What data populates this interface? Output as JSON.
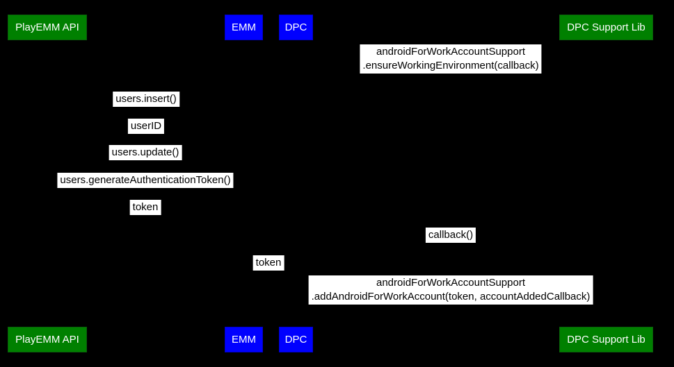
{
  "diagram": {
    "type": "sequence-diagram",
    "background_color": "#000000",
    "colors": {
      "actor_green": "#008000",
      "actor_blue": "#0000ff",
      "actor_text": "#ffffff",
      "message_label_bg": "#ffffff",
      "message_label_text": "#000000"
    },
    "actors": [
      {
        "id": "playemm-api",
        "label": "PlayEMM API",
        "color": "green"
      },
      {
        "id": "emm",
        "label": "EMM",
        "color": "blue"
      },
      {
        "id": "dpc",
        "label": "DPC",
        "color": "blue"
      },
      {
        "id": "dpc-support-lib",
        "label": "DPC Support Lib",
        "color": "green"
      }
    ],
    "messages": [
      {
        "between": [
          "DPC",
          "DPC Support Lib"
        ],
        "lines": [
          "androidForWorkAccountSupport",
          ".ensureWorkingEnvironment(callback)"
        ]
      },
      {
        "between": [
          "PlayEMM API",
          "EMM"
        ],
        "lines": [
          "users.insert()"
        ]
      },
      {
        "between": [
          "PlayEMM API",
          "EMM"
        ],
        "lines": [
          "userID"
        ]
      },
      {
        "between": [
          "PlayEMM API",
          "EMM"
        ],
        "lines": [
          "users.update()"
        ]
      },
      {
        "between": [
          "PlayEMM API",
          "EMM"
        ],
        "lines": [
          "users.generateAuthenticationToken()"
        ]
      },
      {
        "between": [
          "PlayEMM API",
          "EMM"
        ],
        "lines": [
          "token"
        ]
      },
      {
        "between": [
          "DPC",
          "DPC Support Lib"
        ],
        "lines": [
          "callback()"
        ]
      },
      {
        "between": [
          "EMM",
          "DPC"
        ],
        "lines": [
          "token"
        ]
      },
      {
        "between": [
          "DPC",
          "DPC Support Lib"
        ],
        "lines": [
          "androidForWorkAccountSupport",
          ".addAndroidForWorkAccount(token, accountAddedCallback)"
        ]
      }
    ]
  }
}
